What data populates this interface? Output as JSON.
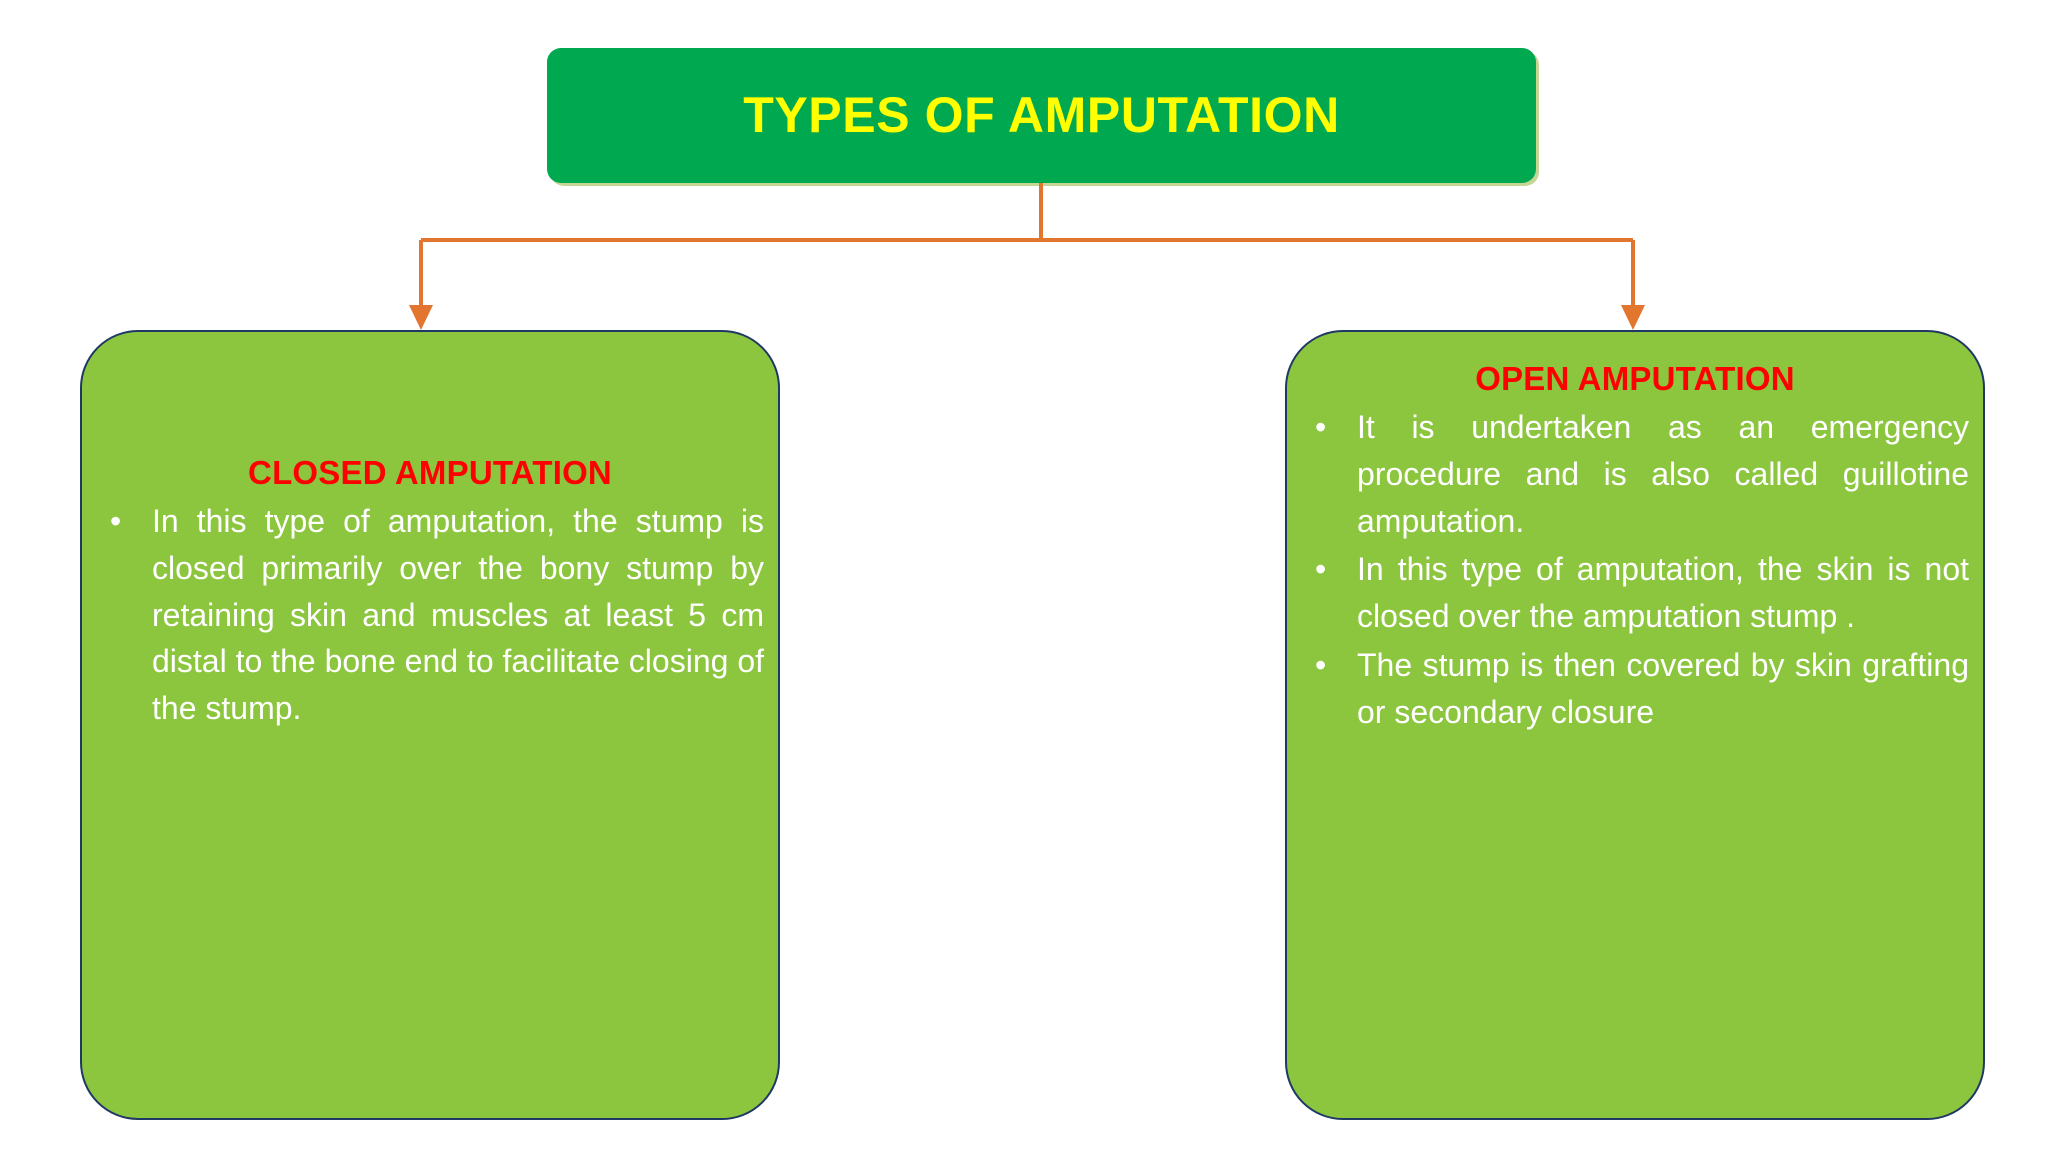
{
  "title": {
    "text": "TYPES OF AMPUTATION",
    "bg_color": "#00A94F",
    "text_color": "#FFFF00"
  },
  "connector": {
    "color": "#E2762F",
    "style": "elbow-tree-with-arrowheads"
  },
  "boxes": [
    {
      "id": "closed-amputation",
      "heading": "CLOSED AMPUTATION",
      "heading_color": "#FF0000",
      "fill_color": "#8CC63E",
      "border_color": "#1F3864",
      "text_color": "#FFFFFF",
      "bullets": [
        "In this type of amputation, the stump is closed primarily over the bony stump by retaining skin and muscles at least 5 cm distal to the bone end to facilitate closing of the stump."
      ]
    },
    {
      "id": "open-amputation",
      "heading": "OPEN AMPUTATION",
      "heading_color": "#FF0000",
      "fill_color": "#8CC63E",
      "border_color": "#1F3864",
      "text_color": "#FFFFFF",
      "bullets": [
        "It is undertaken as an emergency procedure and is also called guillotine amputation.",
        "In this type of amputation, the skin is not closed over the amputation stump .",
        "The stump is then covered by skin grafting or secondary  closure"
      ]
    }
  ]
}
